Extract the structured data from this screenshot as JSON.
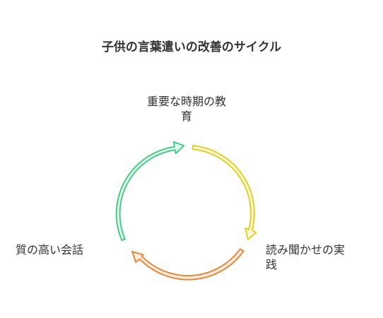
{
  "title": "子供の言葉遣いの改善のサイクル",
  "steps": [
    {
      "label": "重要な時期の教育",
      "line1": "重要な時期の教",
      "line2": "育",
      "color": "#4cc98b"
    },
    {
      "label": "読み聞かせの実践",
      "line1": "読み聞かせの実",
      "line2": "践",
      "color": "#e3cf2a"
    },
    {
      "label": "質の高い会話",
      "line1": "質の高い会話",
      "color": "#e5883a"
    }
  ],
  "colors": {
    "green_stroke": "#4cc98b",
    "green_fill": "#e2f8ec",
    "yellow_stroke": "#e3cf2a",
    "yellow_fill": "#fdf8d8",
    "orange_stroke": "#e5883a",
    "orange_fill": "#fdece0"
  }
}
